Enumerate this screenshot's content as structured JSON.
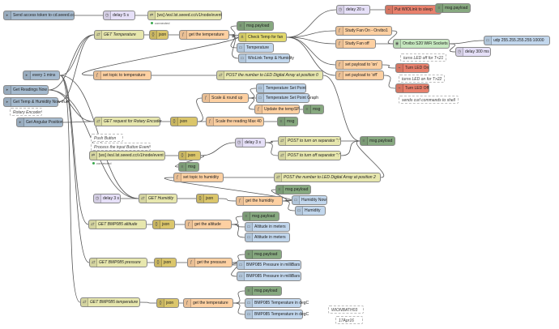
{
  "colors": {
    "inject": "#a6bbcf",
    "http": "#e7e7ae",
    "json": "#dbc66b",
    "function": "#fdd0a2",
    "debug": "#87a980",
    "template": "#c2d7ed",
    "change": "#e2d96e",
    "delay": "#e6e0f8",
    "wio": "#c7e9c0",
    "switch": "#e2d96e",
    "rpi": "#e8806c",
    "mqtt": "#d8bfd8",
    "ui": "#fdd0a2",
    "wire": "#555555"
  },
  "nodes": {
    "send_access_token": {
      "label": "Send access token to cd.seeed.cc",
      "type": "inject"
    },
    "delay_5s": {
      "label": "delay 5 s",
      "type": "delay"
    },
    "ws_node_event": {
      "label": "[ws] /ws/.lst.seeed.cc/v1/node/event",
      "type": "http"
    },
    "ws_node_event_status": {
      "label": "connected"
    },
    "get_temperature": {
      "label": "GET Temperature",
      "type": "http"
    },
    "json_1": {
      "label": "json",
      "type": "json"
    },
    "get_the_temperature": {
      "label": "get the temperature",
      "type": "function"
    },
    "msg_payload_1": {
      "label": "msg.payload",
      "type": "debug"
    },
    "check_temp_for_fan": {
      "label": "Check Temp for fan",
      "type": "switch"
    },
    "temperature_1": {
      "label": "Temperature",
      "type": "template"
    },
    "wiolink_temp_humidity": {
      "label": "WioLink Temp & Humidity",
      "type": "template"
    },
    "delay_20s": {
      "label": "delay 20 s",
      "type": "delay"
    },
    "put_wiolink_to_sleep": {
      "label": "Put WIOLink to sleep",
      "type": "rpi"
    },
    "msg_payload_2": {
      "label": "msg.payload",
      "type": "debug"
    },
    "study_fan_on": {
      "label": "Study Fan On - Orvibo1",
      "type": "function"
    },
    "study_fan_off": {
      "label": "Study Fan off",
      "type": "function"
    },
    "orvibo_wifi_sockets": {
      "label": "Orvibo S20 WiFi Sockets",
      "type": "wio"
    },
    "udp_broadcast": {
      "label": "udp 255.255.255.255:10000",
      "type": "template"
    },
    "delay_300ms": {
      "label": "delay 300 ms",
      "type": "delay"
    },
    "every_1_mins": {
      "label": "every 1 mins",
      "type": "inject"
    },
    "set_topic_to_temperature": {
      "label": "set topic to temperature",
      "type": "function"
    },
    "post_digital_array_0": {
      "label": "POST the number to LED Digital Array at position 0",
      "type": "http"
    },
    "set_payload_on": {
      "label": "set payload to 'on'",
      "type": "function"
    },
    "set_payload_off": {
      "label": "set payload to 'off'",
      "type": "function"
    },
    "turn_led_off_comment": {
      "label": "turns LED off for T<21"
    },
    "turn_led_on_comment": {
      "label": "turns LED on for T>22"
    },
    "turn_led_on": {
      "label": "Turn LED On",
      "type": "rpi"
    },
    "turn_led_off": {
      "label": "Turn LED Off",
      "type": "rpi"
    },
    "sends_curl_comment": {
      "label": "sends curl commands to shell"
    },
    "get_readings_now": {
      "label": "Get Readings Now",
      "type": "inject"
    },
    "get_temp_humidity_now": {
      "label": "Get Temp & Humidity Now true",
      "type": "inject"
    },
    "rotary_encoder": {
      "label": "Rotary Encoder",
      "type": "comment"
    },
    "get_angular_position": {
      "label": "Get Angular Position",
      "type": "inject"
    },
    "temperature_set_point": {
      "label": "Temperature Set Point",
      "type": "template"
    },
    "scale_round_up": {
      "label": "Scale & round up",
      "type": "function"
    },
    "temperature_set_point_graph": {
      "label": "Temperature Set Point Graph",
      "type": "template"
    },
    "update_temp_sp": {
      "label": "Update the tempSP",
      "type": "function"
    },
    "msg_1": {
      "label": "msg",
      "type": "debug"
    },
    "get_request_rotary": {
      "label": "GET request for Rotary Encoder",
      "type": "http"
    },
    "json_2": {
      "label": "json",
      "type": "json"
    },
    "scale_reading_max40": {
      "label": "Scale the reading Max 40",
      "type": "function"
    },
    "msg_2": {
      "label": "msg",
      "type": "debug"
    },
    "push_button": {
      "label": "Push Button",
      "type": "comment"
    },
    "process_input_button": {
      "label": "Process the input Button Event",
      "type": "comment"
    },
    "ws_node_event_2": {
      "label": "[ws] /ws/.lst.seeed.cc/v1/node/event",
      "type": "http"
    },
    "ws_node_event_2_status": {
      "label": "connected"
    },
    "json_3": {
      "label": "json",
      "type": "json"
    },
    "msg_3": {
      "label": "msg",
      "type": "debug"
    },
    "delay_3s_a": {
      "label": "delay 3 s",
      "type": "delay"
    },
    "post_turn_on_separator": {
      "label": "POST to turn on separator \":\"",
      "type": "http"
    },
    "post_turn_off_separator": {
      "label": "POST to turn off separator \":\"",
      "type": "http"
    },
    "msg_payload_3": {
      "label": "msg.payload",
      "type": "debug"
    },
    "set_topic_to_humidity": {
      "label": "set topic to humidity",
      "type": "function"
    },
    "post_digital_array_2": {
      "label": "POST the number to LED Digital Array at position 2",
      "type": "http"
    },
    "delay_3s_b": {
      "label": "delay 3 s",
      "type": "delay"
    },
    "get_humidity": {
      "label": "GET Humidity",
      "type": "http"
    },
    "json_4": {
      "label": "json",
      "type": "json"
    },
    "get_the_humidity": {
      "label": "get the humidity",
      "type": "function"
    },
    "msg_payload_4": {
      "label": "msg.payload",
      "type": "debug"
    },
    "humidity_now": {
      "label": "Humidity Now",
      "type": "template"
    },
    "humidity": {
      "label": "Humidity",
      "type": "template"
    },
    "get_bmp085_altitude": {
      "label": "GET BMP085 altitude",
      "type": "http"
    },
    "json_5": {
      "label": "json",
      "type": "json"
    },
    "get_the_altitude": {
      "label": "get the altitude",
      "type": "function"
    },
    "msg_payload_5": {
      "label": "msg.payload",
      "type": "debug"
    },
    "altitude_in_meters_1": {
      "label": "Altitude in meters",
      "type": "template"
    },
    "altitude_in_meters_2": {
      "label": "Altitude in meters",
      "type": "template"
    },
    "get_bmp085_pressure": {
      "label": "GET BMP085 pressure",
      "type": "http"
    },
    "json_6": {
      "label": "json",
      "type": "json"
    },
    "get_the_pressure": {
      "label": "get the pressure",
      "type": "function"
    },
    "msg_payload_6": {
      "label": "msg.payload",
      "type": "debug"
    },
    "bmp_pressure_1": {
      "label": "BMP085 Pressure in milliBars",
      "type": "template"
    },
    "bmp_pressure_2": {
      "label": "BMP085 Pressure in milliBars",
      "type": "template"
    },
    "get_bmp085_temperature": {
      "label": "GET BMP085 temperature",
      "type": "http"
    },
    "json_7": {
      "label": "json",
      "type": "json"
    },
    "get_the_temperature_2": {
      "label": "get the temperature",
      "type": "function"
    },
    "msg_payload_7": {
      "label": "msg.payload",
      "type": "debug"
    },
    "bmp_temperature_1": {
      "label": "BMP085 Temperature in degC",
      "type": "template"
    },
    "bmp_temperature_2": {
      "label": "BMP085 Temperature in degC",
      "type": "template"
    },
    "wionbath03": {
      "label": "WIONBATH03",
      "type": "comment"
    },
    "date_17apr16": {
      "label": "17Apr16",
      "type": "comment"
    }
  }
}
